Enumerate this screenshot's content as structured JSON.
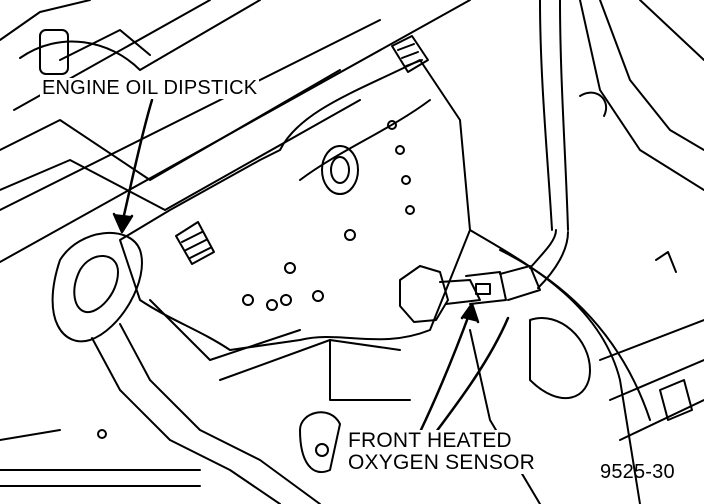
{
  "labels": {
    "dipstick": "ENGINE OIL DIPSTICK",
    "sensor_line1": "FRONT HEATED",
    "sensor_line2": "OXYGEN SENSOR",
    "figure_number": "9525-30"
  },
  "colors": {
    "ink": "#000000",
    "paper": "#ffffff"
  }
}
